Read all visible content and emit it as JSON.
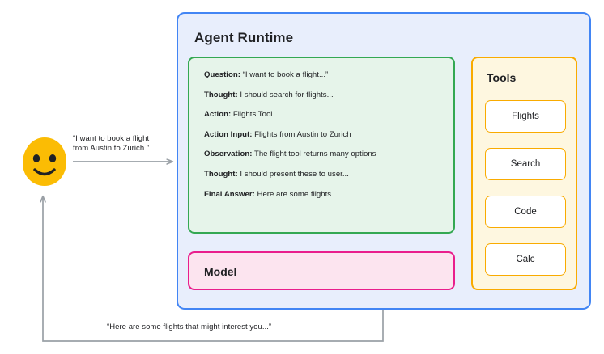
{
  "diagram": {
    "title": "Agent Runtime",
    "actor": {
      "icon": "smiling-face-emoji",
      "request_caption": "“I want to book a flight\nfrom Austin to Zurich.”",
      "response_caption": "“Here are some flights that might interest you...”"
    },
    "react_trace": {
      "lines": [
        {
          "key": "Question:",
          "value": "“I want to book a flight...”"
        },
        {
          "key": "Thought:",
          "value": "I should search for flights..."
        },
        {
          "key": "Action:",
          "value": "Flights Tool"
        },
        {
          "key": "Action Input:",
          "value": "Flights from Austin to Zurich"
        },
        {
          "key": "Observation:",
          "value": "The flight tool returns many options"
        },
        {
          "key": "Thought:",
          "value": "I should present these to user..."
        },
        {
          "key": "Final Answer:",
          "value": "Here are some flights..."
        }
      ]
    },
    "model": {
      "label": "Model"
    },
    "tools": {
      "title": "Tools",
      "items": [
        {
          "label": "Flights"
        },
        {
          "label": "Search"
        },
        {
          "label": "Code"
        },
        {
          "label": "Calc"
        }
      ]
    },
    "colors": {
      "runtime_border": "#4285F4",
      "runtime_fill": "#E8EEFC",
      "trace_border": "#34A853",
      "trace_fill": "#E6F4EA",
      "model_border": "#E91E8C",
      "model_fill": "#FCE4EF",
      "tools_border": "#F9AB00",
      "tools_fill": "#FEF7E0",
      "avatar": "#FBBC04",
      "arrow": "#9AA0A6"
    }
  }
}
